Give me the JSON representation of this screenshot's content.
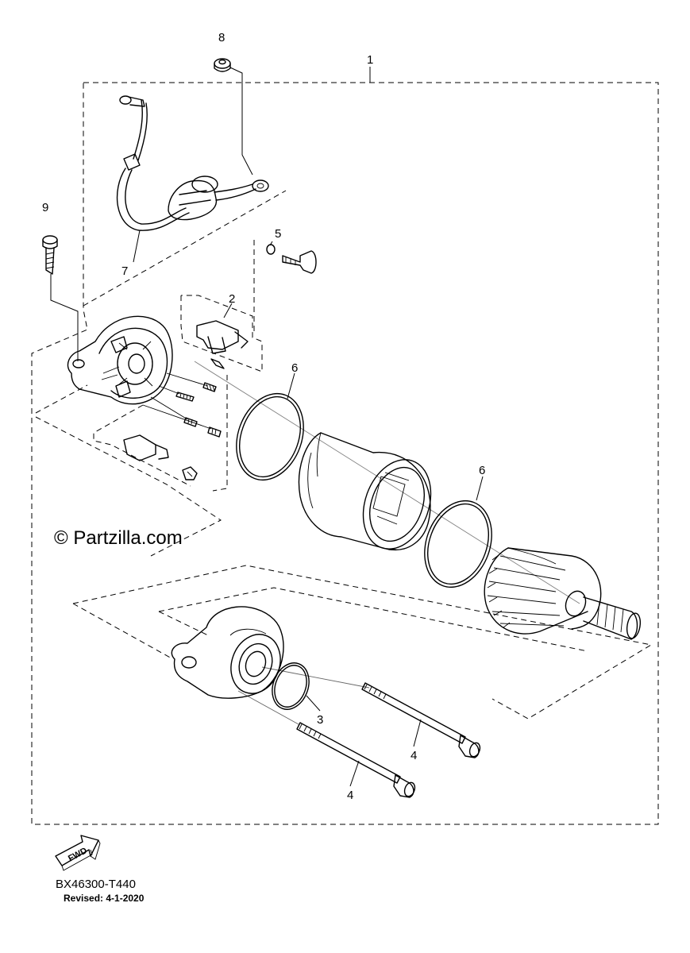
{
  "diagram": {
    "callouts": {
      "c1": "1",
      "c2": "2",
      "c3": "3",
      "c4a": "4",
      "c4b": "4",
      "c5": "5",
      "c6a": "6",
      "c6b": "6",
      "c7": "7",
      "c8": "8",
      "c9": "9"
    },
    "watermark": "© Partzilla.com",
    "fwd_label": "FWD",
    "drawing_code": "BX46300-T440",
    "revised": "Revised: 4-1-2020"
  }
}
